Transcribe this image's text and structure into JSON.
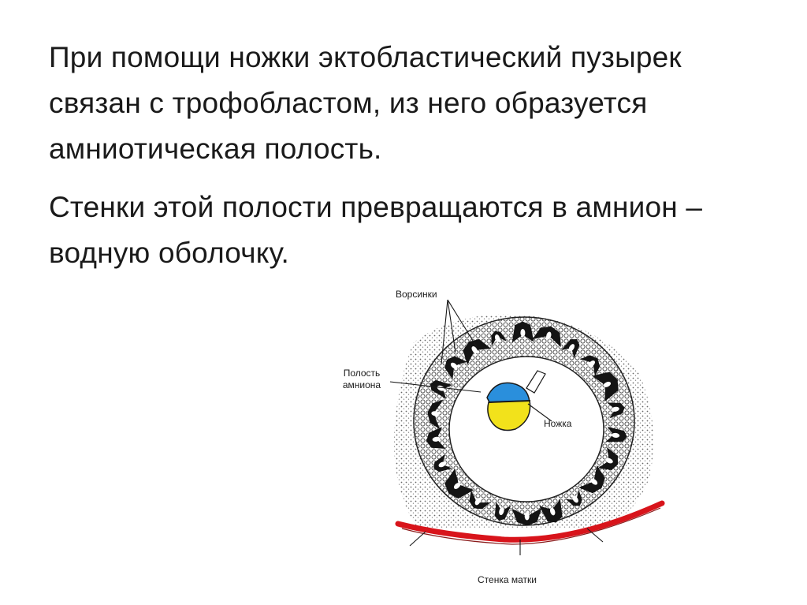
{
  "slide": {
    "paragraphs": [
      "При помощи ножки эктобластический пузырек связан с трофобластом, из него образуется амниотическая полость.",
      "Стенки этой полости превращаются в амнион – водную оболочку."
    ]
  },
  "diagram": {
    "labels": {
      "villi": "Ворсинки",
      "amnion_cavity_line1": "Полость",
      "amnion_cavity_line2": "амниона",
      "stalk": "Ножка",
      "uterine_wall": "Стенка матки"
    },
    "colors": {
      "amnion_cavity": "#2a8fdc",
      "yolk_part": "#f2e21b",
      "uterine_wall": "#d8141b",
      "villi_dark": "#141414"
    }
  }
}
